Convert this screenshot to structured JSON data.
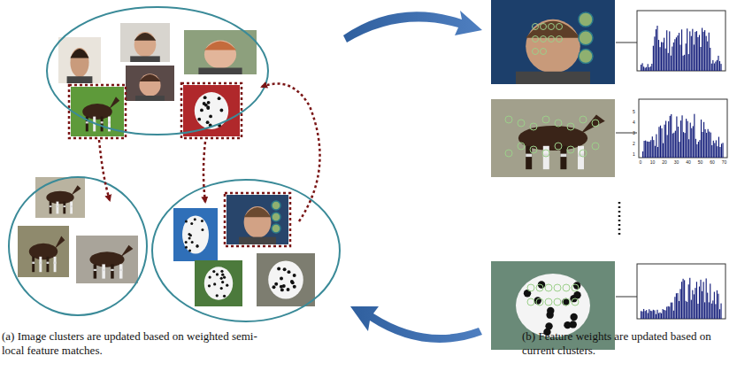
{
  "diagram": {
    "labels": [
      "(a) Image clusters are updated based on weighted semi-local feature matches.",
      "(b) Feature weights are updated based on current clusters.",
      "0",
      "10",
      "20",
      "30",
      "40",
      "50",
      "60",
      "70",
      "1",
      "2",
      "3",
      "4",
      "5"
    ]
  }
}
